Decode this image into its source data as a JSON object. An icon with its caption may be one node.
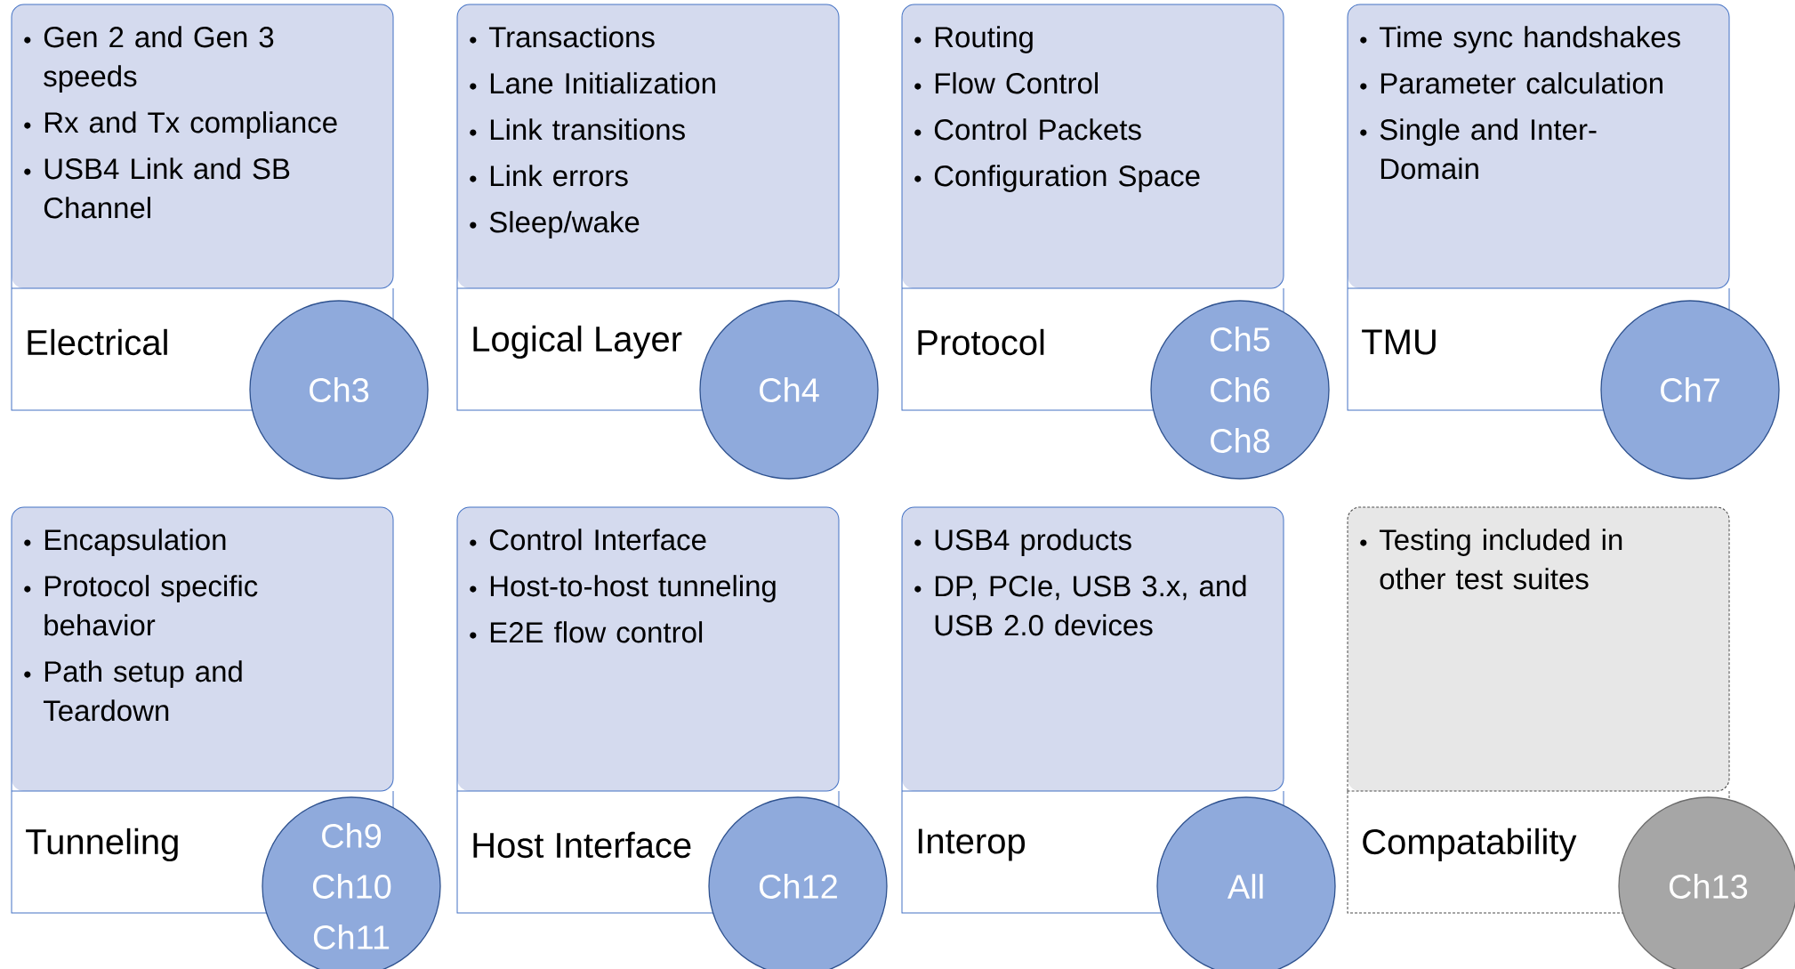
{
  "diagram": {
    "nodes": [
      {
        "text": [
          "Gen 2 and Gen 3 speeds",
          "Rx and Tx compliance",
          "USB4 Link and SB Channel",
          "Electrical"
        ]
      },
      {
        "text": [
          "Ch3"
        ]
      },
      {
        "text": [
          "Transactions",
          "Lane Initialization",
          "Link  transitions",
          "Link errors",
          "Sleep/wake",
          "Logical Layer"
        ]
      },
      {
        "text": [
          "Ch4"
        ]
      },
      {
        "text": [
          "Routing",
          "Flow Control",
          "Control Packets",
          "Configuration Space",
          "Protocol"
        ]
      },
      {
        "text": [
          "Ch5 Ch6 Ch8"
        ]
      },
      {
        "text": [
          "Time sync handshakes",
          "Parameter calculation",
          "Single and Inter-Domain",
          "TMU"
        ]
      },
      {
        "text": [
          "Ch7"
        ]
      },
      {
        "text": [
          "Encapsulation",
          "Protocol specific behavior",
          "Path setup and Teardown",
          "Tunneling"
        ]
      },
      {
        "text": [
          "Ch9 Ch10 Ch11"
        ]
      },
      {
        "text": [
          "Control Interface",
          "Host-to-host tunneling",
          "E2E flow control",
          "Host Interface"
        ]
      },
      {
        "text": [
          "Ch12"
        ]
      },
      {
        "text": [
          "USB4 products",
          "DP, PCIe, USB 3.x, and USB 2.0 devices",
          "Interop"
        ]
      },
      {
        "text": [
          "All"
        ]
      },
      {
        "text": [
          "Testing included in other test suites",
          "Compatability"
        ]
      },
      {
        "text": [
          "Ch13"
        ]
      }
    ]
  }
}
